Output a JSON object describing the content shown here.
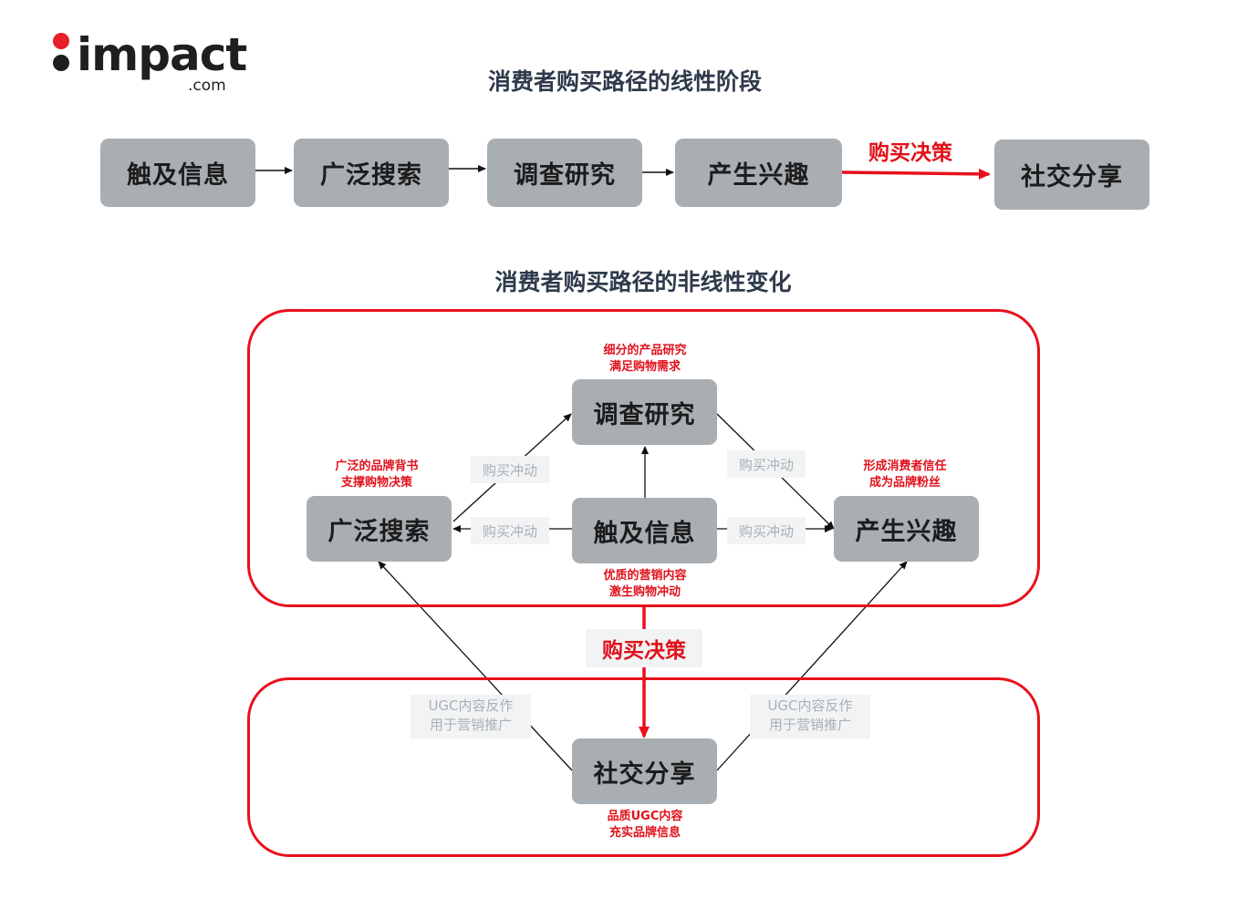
{
  "logo": {
    "word": "impact",
    "suffix": ".com"
  },
  "linear": {
    "title": "消费者购买路径的线性阶段",
    "steps": [
      "触及信息",
      "广泛搜索",
      "调查研究",
      "产生兴趣"
    ],
    "decision": "购买决策",
    "final": "社交分享"
  },
  "nonlinear": {
    "title": "消费者购买路径的非线性变化",
    "research": {
      "label": "调查研究",
      "note": [
        "细分的产品研究",
        "满足购物需求"
      ]
    },
    "search": {
      "label": "广泛搜索",
      "note": [
        "广泛的品牌背书",
        "支撑购物决策"
      ]
    },
    "touch": {
      "label": "触及信息",
      "note": [
        "优质的营销内容",
        "激生购物冲动"
      ]
    },
    "interest": {
      "label": "产生兴趣",
      "note": [
        "形成消费者信任",
        "成为品牌粉丝"
      ]
    },
    "share": {
      "label": "社交分享",
      "note": [
        "品质UGC内容",
        "充实品牌信息"
      ]
    },
    "impulse": "购买冲动",
    "decision": "购买决策",
    "ugc": [
      "UGC内容反作",
      "用于营销推广"
    ]
  },
  "colors": {
    "accent": "#e8111b",
    "box": "#a9aeb2",
    "title": "#2e3a4b"
  }
}
